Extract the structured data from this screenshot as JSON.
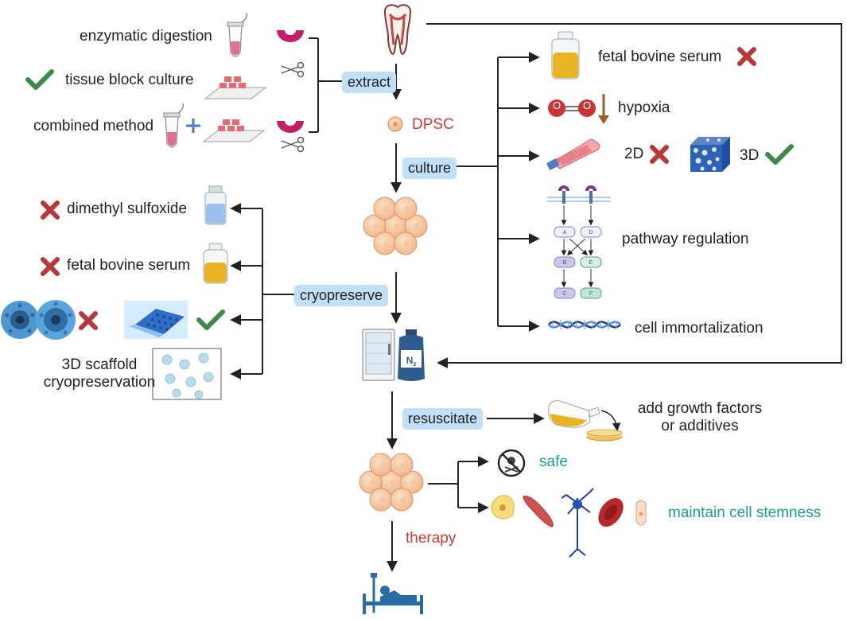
{
  "labels": {
    "enzymatic_digestion": "enzymatic digestion",
    "tissue_block_culture": "tissue block culture",
    "combined_method": "combined method",
    "extract": "extract",
    "dpsc": "DPSC",
    "culture": "culture",
    "fetal_bovine_serum_culture": "fetal bovine serum",
    "hypoxia": "hypoxia",
    "o2_left": "O",
    "o2_right": "O",
    "two_d": "2D",
    "three_d": "3D",
    "pathway_regulation": "pathway regulation",
    "cell_immortalization": "cell immortalization",
    "dimethyl_sulfoxide": "dimethyl sulfoxide",
    "fetal_bovine_serum_cryo": "fetal bovine serum",
    "cryopreserve": "cryopreserve",
    "scaffold_line1": "3D scaffold",
    "scaffold_line2": "cryopreservation",
    "resuscitate": "resuscitate",
    "growth_line1": "add growth factors",
    "growth_line2": "or additives",
    "safe": "safe",
    "maintain_stemness": "maintain cell stemness",
    "therapy": "therapy",
    "n2": "N",
    "n2_sub": "2",
    "pathway_nodes": [
      "A",
      "D",
      "B",
      "E",
      "C",
      "F"
    ]
  },
  "colors": {
    "arrow": "#222222",
    "pill": "#bfe0f6",
    "red_text": "#cc3b34",
    "teal_text": "#1aa08e",
    "check": "#3e8a4c",
    "cross": "#b8383a"
  },
  "icons": [
    "tooth-icon",
    "tube-icon",
    "enzyme-icon",
    "scissors-icon",
    "tissue-block-icon",
    "check-icon",
    "cross-icon",
    "cell-icon",
    "cell-cluster-icon",
    "serum-bottle-icon",
    "oxygen-molecule-icon",
    "down-arrow-icon",
    "flask-icon",
    "scaffold-3d-icon",
    "pathway-icon",
    "dna-icon",
    "vial-icon",
    "cryo-box-icon",
    "scaffold-plate-icon",
    "freezer-icon",
    "nitrogen-tank-icon",
    "pour-flask-icon",
    "dish-icon",
    "no-toxic-icon",
    "cells-types-icon",
    "patient-bed-icon"
  ]
}
